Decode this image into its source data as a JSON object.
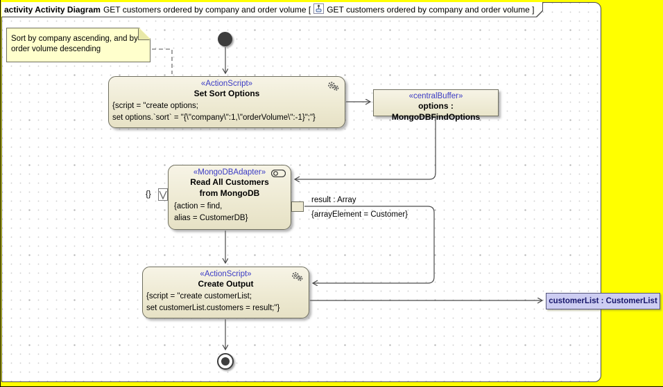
{
  "frame": {
    "title_bold": "activity Activity Diagram",
    "title_mid": "GET customers ordered by company and order volume [",
    "title_end": "GET customers ordered by company and order volume ]"
  },
  "note": {
    "line1": "Sort by company ascending, and by",
    "line2": "order volume descending"
  },
  "actions": {
    "set_sort_options": {
      "stereotype": "«ActionScript»",
      "name": "Set Sort Options",
      "body1": "{script = \"create options;",
      "body2": "set options.`sort` = \"{\\\"company\\\":1,\\\"orderVolume\\\":-1}\";\"}"
    },
    "read_all_customers": {
      "stereotype": "«MongoDBAdapter»",
      "name1": "Read All Customers",
      "name2": "from MongoDB",
      "body1": "{action = find,",
      "body2": "alias = CustomerDB}"
    },
    "create_output": {
      "stereotype": "«ActionScript»",
      "name": "Create Output",
      "body1": "{script = \"create customerList;",
      "body2": "set customerList.customers = result;\"}"
    }
  },
  "buffer": {
    "stereotype": "«centralBuffer»",
    "name": "options : MongoDBFindOptions"
  },
  "pins": {
    "input_value": "{}",
    "result_label": "result : Array",
    "result_constraint": "{arrayElement = Customer}"
  },
  "object_node": {
    "name": "customerList : CustomerList"
  },
  "colors": {
    "canvas": "#FFFF00",
    "node_fill": "#EDE9D1",
    "node_border": "#6E6E5E",
    "stereotype_text": "#3A3AC4",
    "note_fill": "#FFFFCC",
    "object_fill": "#CDCDF2",
    "object_text": "#17176B",
    "edge": "#4A4A4A"
  }
}
